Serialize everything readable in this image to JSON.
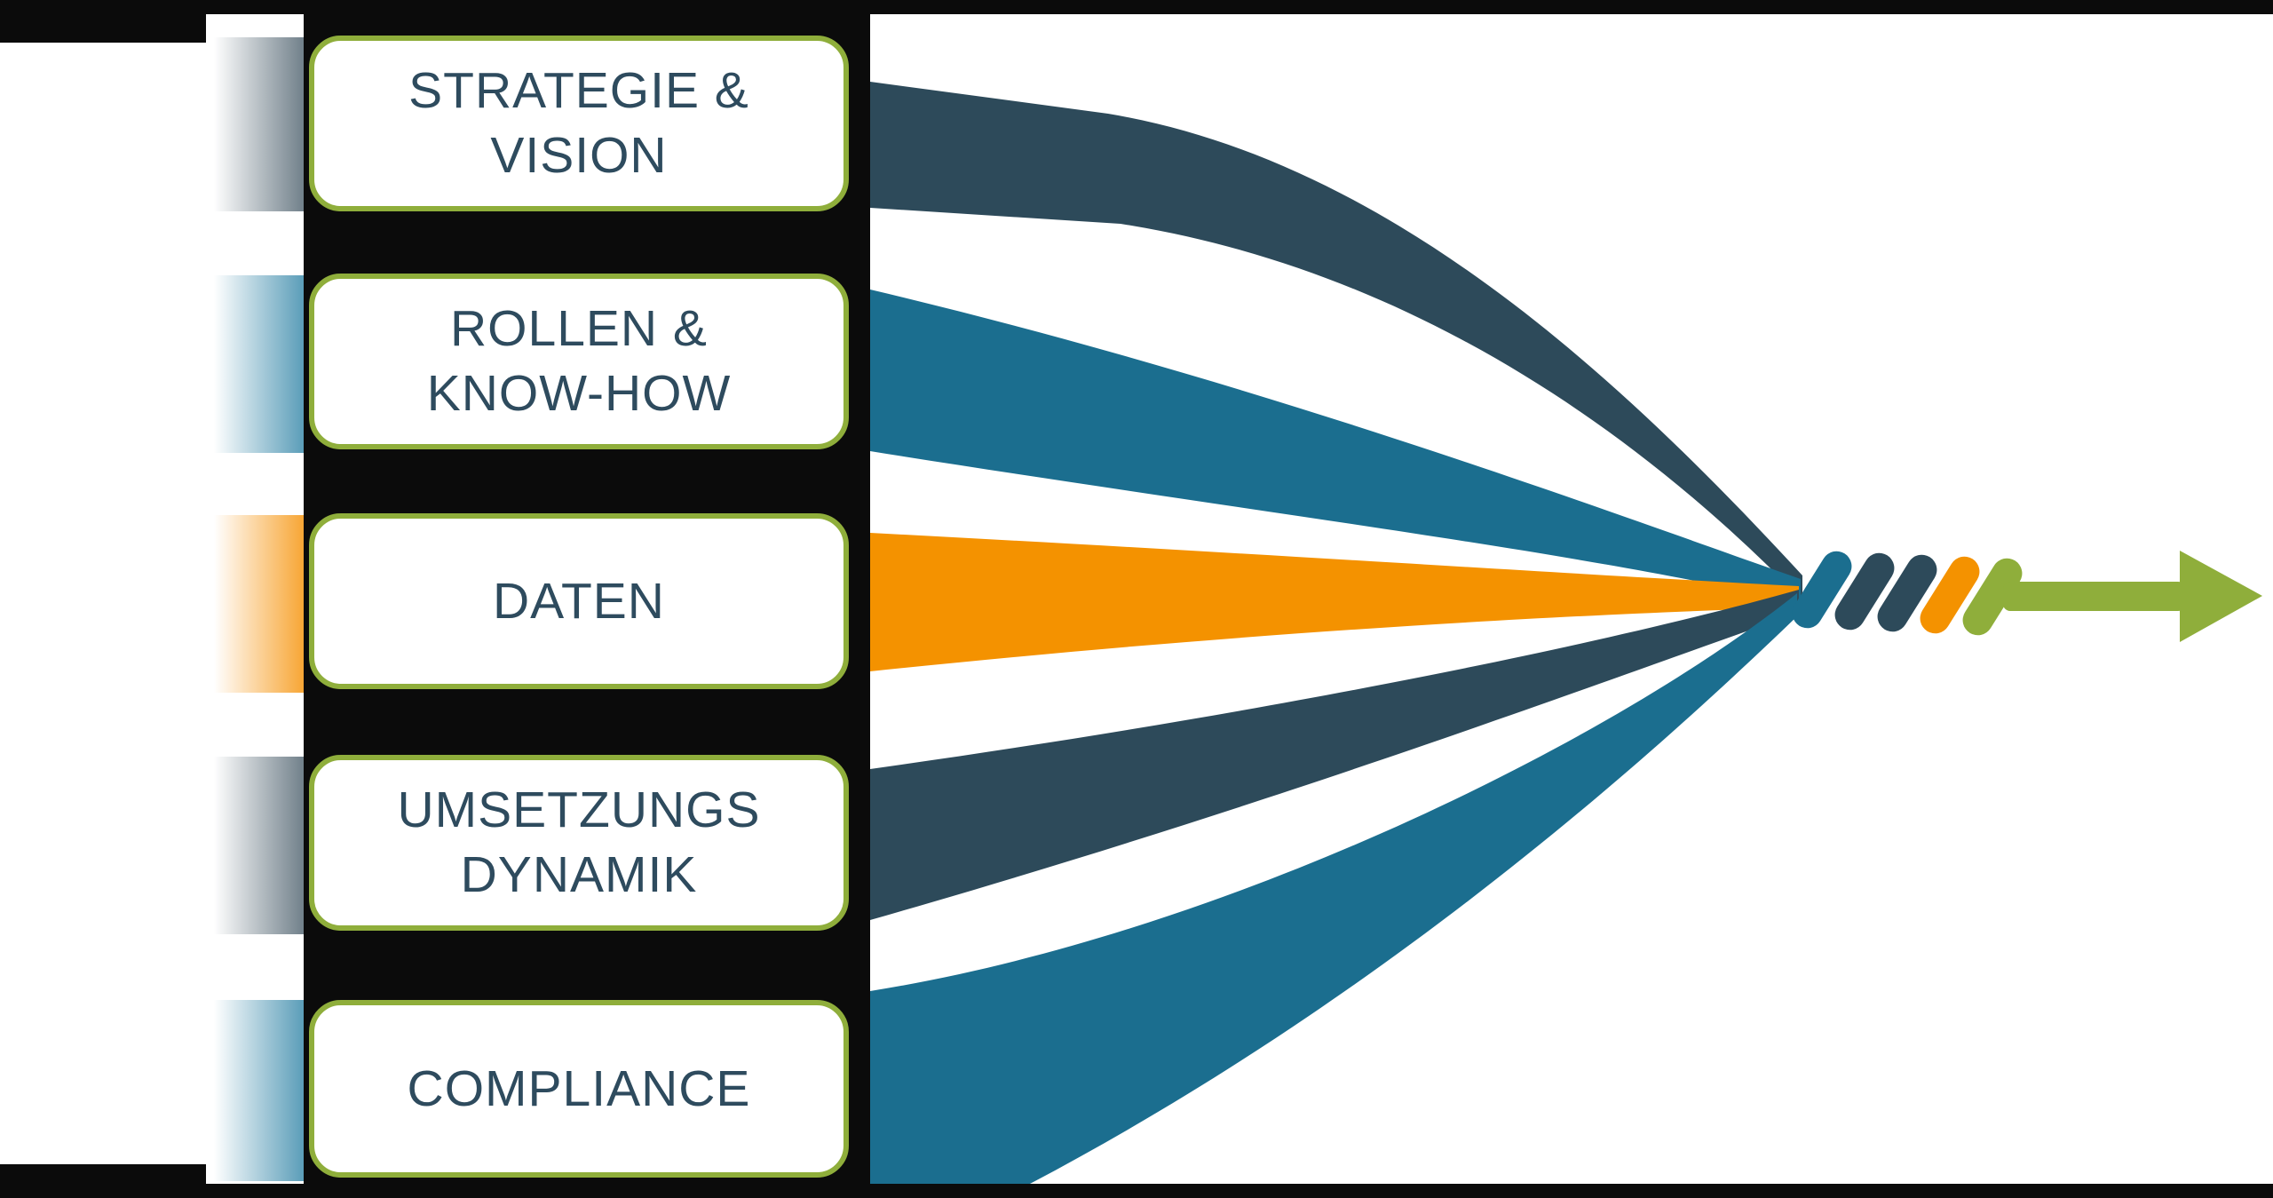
{
  "diagram": {
    "boxes": [
      {
        "label_line1": "STRATEGIE &",
        "label_line2": "VISION",
        "ribbon_color": "#2d4a5a"
      },
      {
        "label_line1": "ROLLEN &",
        "label_line2": "KNOW-HOW",
        "ribbon_color": "#1b6e8f"
      },
      {
        "label_line1": "DATEN",
        "label_line2": "",
        "ribbon_color": "#f49200"
      },
      {
        "label_line1": "UMSETZUNGS",
        "label_line2": "DYNAMIK",
        "ribbon_color": "#2d4a5a"
      },
      {
        "label_line1": "COMPLIANCE",
        "label_line2": "",
        "ribbon_color": "#1b6e8f"
      }
    ],
    "colors": {
      "dark_slate": "#2d4a5a",
      "teal": "#1b6e8f",
      "orange": "#f49200",
      "green": "#8fae3b",
      "box_border": "#8fae3b",
      "text": "#2e4b5e",
      "backdrop": "#0b0b0b"
    },
    "braid_segments": [
      "#1b6e8f",
      "#2d4a5a",
      "#2d4a5a",
      "#f49200",
      "#8fae3b"
    ],
    "arrow": {
      "color": "#8fae3b",
      "direction": "right"
    }
  }
}
